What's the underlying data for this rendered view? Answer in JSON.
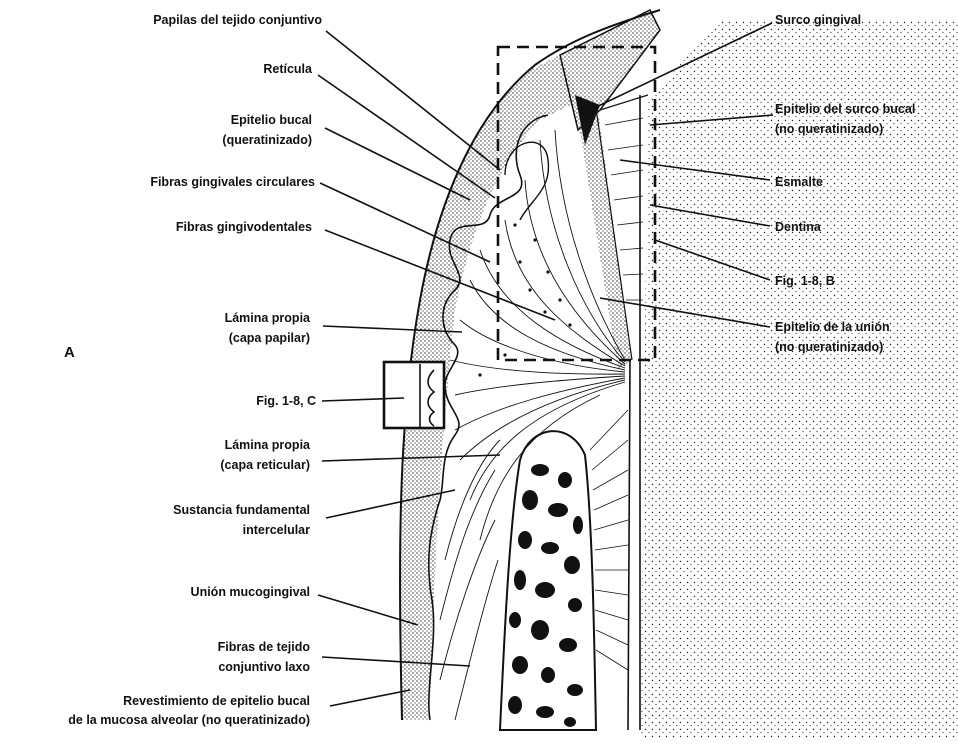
{
  "figure": {
    "panel_letter": "A",
    "labels_left": [
      {
        "key": "papilas",
        "lines": [
          "Papilas del tejido conjuntivo"
        ]
      },
      {
        "key": "reticula",
        "lines": [
          "Retícula"
        ]
      },
      {
        "key": "epitelio_bucal",
        "lines": [
          "Epitelio bucal",
          "(queratinizado)"
        ]
      },
      {
        "key": "fibras_circulares",
        "lines": [
          "Fibras gingivales circulares"
        ]
      },
      {
        "key": "fibras_gingivodentales",
        "lines": [
          "Fibras gingivodentales"
        ]
      },
      {
        "key": "lamina_papilar",
        "lines": [
          "Lámina propia",
          "(capa papilar)"
        ]
      },
      {
        "key": "fig_c",
        "lines": [
          "Fig. 1-8, C"
        ]
      },
      {
        "key": "lamina_reticular",
        "lines": [
          "Lámina propia",
          "(capa reticular)"
        ]
      },
      {
        "key": "sustancia",
        "lines": [
          "Sustancia fundamental",
          "intercelular"
        ]
      },
      {
        "key": "union_mucogingival",
        "lines": [
          "Unión mucogingival"
        ]
      },
      {
        "key": "fibras_laxo",
        "lines": [
          "Fibras de tejido",
          "conjuntivo laxo"
        ]
      },
      {
        "key": "revestimiento",
        "lines": [
          "Revestimiento de epitelio bucal",
          "de la mucosa alveolar (no queratinizado)"
        ]
      }
    ],
    "labels_right": [
      {
        "key": "surco",
        "lines": [
          "Surco gingival"
        ]
      },
      {
        "key": "epitelio_surco",
        "lines": [
          "Epitelio del surco bucal",
          "(no queratinizado)"
        ]
      },
      {
        "key": "esmalte",
        "lines": [
          "Esmalte"
        ]
      },
      {
        "key": "dentina",
        "lines": [
          "Dentina"
        ]
      },
      {
        "key": "fig_b",
        "lines": [
          "Fig. 1-8, B"
        ]
      },
      {
        "key": "epitelio_union",
        "lines": [
          "Epitelio de la unión",
          "(no queratinizado)"
        ]
      }
    ]
  },
  "colors": {
    "ink": "#111111",
    "background": "#ffffff"
  }
}
